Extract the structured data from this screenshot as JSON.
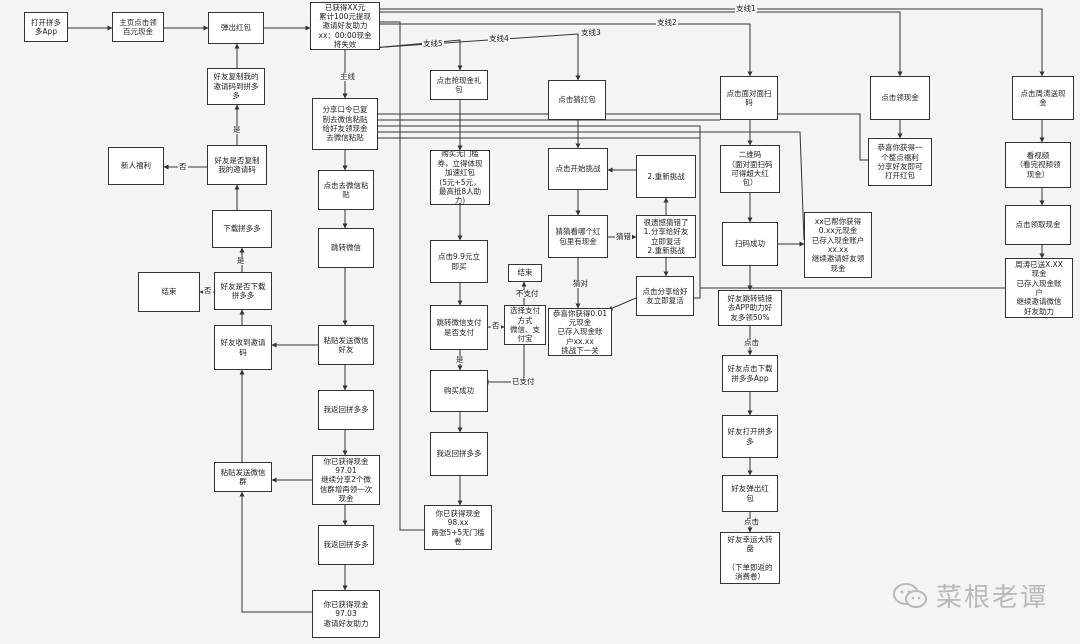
{
  "nodes": {
    "open_app": "打开拼多\n多App",
    "home_click": "主页点击领\n百元现金",
    "popup_red": "弹出红包",
    "got_xx": "已获得XX元\n累计100元提现\n邀请好友助力\nxx：00:00现金\n将失效",
    "friend_copy": "好友复制我的\n邀请码到拼多\n多",
    "friend_is_copy": "好友是否复制\n我的邀请码",
    "new_user": "新人福利",
    "download": "下载拼多多",
    "friend_is_download": "好友是否下载\n拼多多",
    "end1": "结束",
    "friend_receive": "好友收到邀请\n码",
    "paste_group": "粘贴发送微信\n群",
    "share_code": "分享口令已复\n制去微信粘贴\n给好友领现金\n去微信粘贴",
    "click_paste": "点击去微信粘\n贴",
    "jump_wechat": "跳转微信",
    "paste_friend": "粘贴发送微信\n好友",
    "back_pdd1": "我返回拼多多",
    "got_9701": "你已获得现金\n97.01\n继续分享2个微\n信群增再领一次\n现金",
    "back_pdd2": "我返回拼多多",
    "got_9703": "你已获得现金\n97.03\n邀请好友助力",
    "click_grab": "点击抢现金礼\n包",
    "buy_ticket": "购买无门槛\n券，立得体现\n加速红包\n(5元+5元，\n最高抵8人助\n力)",
    "click_99": "点击9.9元立\n即买",
    "jump_pay": "跳转微信支付\n是否支付",
    "buy_success": "购买成功",
    "back_pdd3": "我返回拼多多",
    "got_98": "你已获得现金\n98.xx\n两张5+5无门槛\n卷",
    "end2": "结束",
    "pay_method": "选择支付\n方式\n微信、支\n付宝",
    "click_guess": "点击猜红包",
    "start_challenge": "点击开始挑战",
    "guess_which": "猜猜看哪个红\n包里有现金",
    "congrats_001": "恭喜你获得0.01\n元现金\n已存入现金账\n户xx.xx\n挑战下一关",
    "rechallenge": "2.重新挑战",
    "sorry": "很遗憾猜错了\n1.分享给好友\n立即复活\n2.重新挑战",
    "share_revive": "点击分享给好\n友立即复活",
    "click_scan": "点击面对面扫\n码",
    "qrcode": "二维码\n（面对面扫码\n可得超大红\n包）",
    "scan_ok": "扫码成功",
    "helped": "xx已帮你获得\n0.xx元现金\n已存入现金账户\nxx.xx\n继续邀请好友领\n现金",
    "friend_jump": "好友跳转链接\n去APP助力好\n友多领50%",
    "friend_download": "好友点击下载\n拼多多App",
    "friend_open": "好友打开拼多\n多",
    "friend_popup": "好友弹出红\n包",
    "friend_wheel": "好友幸运大转\n盘\n\n（下单即返的\n消费卷）",
    "click_collect": "点击领现金",
    "congrats_bonus": "恭喜你获得一\n个整点福利\n分享好友即可\n打开红包",
    "click_weekly": "点击周涛送现\n金",
    "watch_video": "看视频\n（看完视频领\n现金）",
    "click_receive": "点击领取现金",
    "weekly_sent": "周涛已送X.XX\n现金\n已存入现金账\n户\n继续邀请微信\n好友助力"
  },
  "labels": {
    "branch1": "支线1",
    "branch2": "支线2",
    "branch3": "支线3",
    "branch4": "支线4",
    "branch5": "支线5",
    "main": "主线",
    "yes": "是",
    "no": "否",
    "guess_wrong": "猜错",
    "guess_right": "猜对",
    "not_paid": "不支付",
    "paid": "已支付",
    "click": "点击"
  },
  "watermark": "菜根老谭",
  "colors": {
    "line": "#333333",
    "node_border": "#333333",
    "background": "#f4f4f4",
    "watermark": "#b9b9b9"
  }
}
